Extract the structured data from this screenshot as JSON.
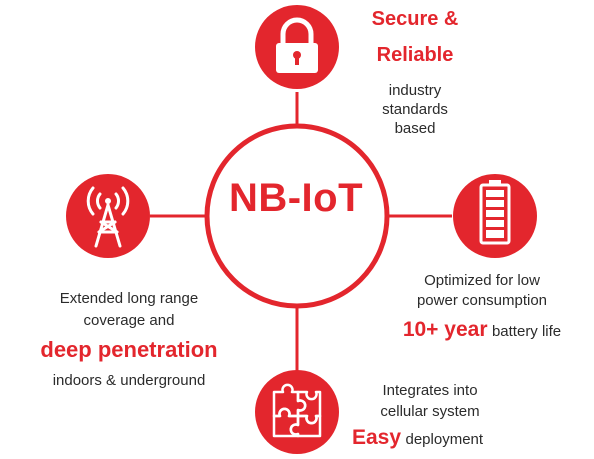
{
  "hub": {
    "label": "NB-IoT"
  },
  "secure": {
    "heading_line1": "Secure &",
    "heading_line2": "Reliable",
    "body_lines": [
      "industry",
      "standards",
      "based"
    ]
  },
  "power": {
    "body_lines": [
      "Optimized for low",
      "power consumption"
    ],
    "highlight": "10+ year",
    "tail": "battery life"
  },
  "coverage": {
    "body_lines": [
      "Extended long range",
      "coverage and"
    ],
    "highlight": "deep penetration",
    "footer": "indoors & underground"
  },
  "integration": {
    "body_lines": [
      "Integrates into",
      "cellular system"
    ],
    "highlight": "Easy",
    "tail": "deployment"
  },
  "colors": {
    "accent": "#e3262d",
    "text": "#2b2b2b"
  },
  "icons": {
    "top": "lock-icon",
    "right": "battery-icon",
    "left": "antenna-tower-icon",
    "bottom": "puzzle-icon"
  }
}
